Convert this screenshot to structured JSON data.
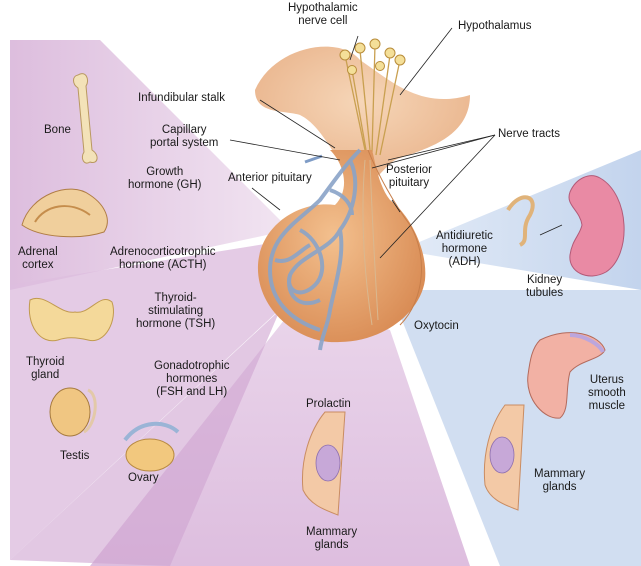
{
  "labels": {
    "hypothalamic_cell": [
      "Hypothalamic",
      "nerve cell"
    ],
    "hypothalamus": "Hypothalamus",
    "infundibular_stalk": "Infundibular stalk",
    "capillary_portal": [
      "Capillary",
      "portal system"
    ],
    "nerve_tracts": "Nerve tracts",
    "anterior_pituitary": "Anterior pituitary",
    "posterior_pituitary": [
      "Posterior",
      "pituitary"
    ],
    "bone": "Bone",
    "gh": [
      "Growth",
      "hormone (GH)"
    ],
    "adrenal_cortex": [
      "Adrenal",
      "cortex"
    ],
    "acth": [
      "Adrenocorticotrophic",
      "hormone (ACTH)"
    ],
    "tsh": [
      "Thyroid-",
      "stimulating",
      "hormone (TSH)"
    ],
    "thyroid_gland": [
      "Thyroid",
      "gland"
    ],
    "gonadotrophic": [
      "Gonadotrophic",
      "hormones",
      "(FSH and LH)"
    ],
    "testis": "Testis",
    "ovary": "Ovary",
    "prolactin": "Prolactin",
    "mammary_bottom": [
      "Mammary",
      "glands"
    ],
    "adh": [
      "Antidiuretic",
      "hormone",
      "(ADH)"
    ],
    "kidney": [
      "Kidney",
      "tubules"
    ],
    "oxytocin": "Oxytocin",
    "uterus": [
      "Uterus",
      "smooth",
      "muscle"
    ],
    "mammary_right": [
      "Mammary",
      "glands"
    ]
  },
  "colors": {
    "anterior_rays": "#d9b6d9",
    "posterior_rays": "#c7d6ee",
    "pituitary": "#e8a870",
    "capillaries": "#8aa4c8"
  }
}
